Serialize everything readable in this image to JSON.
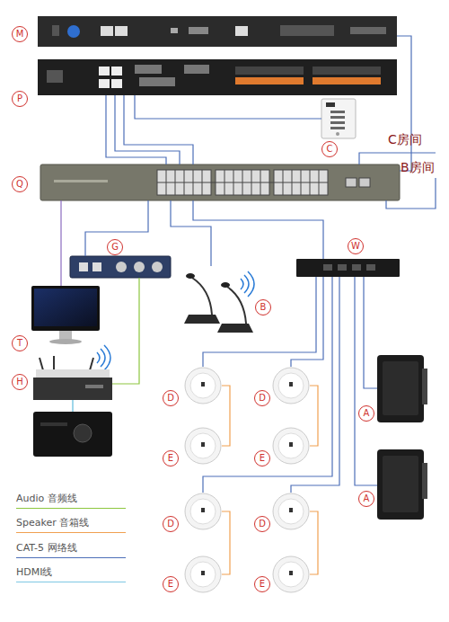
{
  "diagram": {
    "nodes": [
      {
        "text": [
          "M"
        ]
      },
      {
        "text": [
          "P"
        ]
      },
      {
        "text": [
          "C"
        ]
      },
      {
        "text": [
          "Q"
        ]
      },
      {
        "text": [
          "G"
        ]
      },
      {
        "text": [
          "B"
        ]
      },
      {
        "text": [
          "W"
        ]
      },
      {
        "text": [
          "T"
        ]
      },
      {
        "text": [
          "H"
        ]
      },
      {
        "text": [
          "D"
        ]
      },
      {
        "text": [
          "E"
        ]
      },
      {
        "text": [
          "D"
        ]
      },
      {
        "text": [
          "E"
        ]
      },
      {
        "text": [
          "D"
        ]
      },
      {
        "text": [
          "E"
        ]
      },
      {
        "text": [
          "D"
        ]
      },
      {
        "text": [
          "E"
        ]
      },
      {
        "text": [
          "A"
        ]
      },
      {
        "text": [
          "A"
        ]
      }
    ],
    "edges": [
      {
        "from": 0,
        "to": 3,
        "arrow": "none"
      },
      {
        "from": 1,
        "to": 3,
        "arrow": "none"
      },
      {
        "from": 1,
        "to": 3,
        "arrow": "none"
      },
      {
        "from": 1,
        "to": 3,
        "arrow": "none"
      },
      {
        "from": 1,
        "to": 2,
        "arrow": "none"
      },
      {
        "from": 3,
        "to": 7,
        "arrow": "none"
      },
      {
        "from": 3,
        "to": 4,
        "arrow": "none"
      },
      {
        "from": 3,
        "to": 5,
        "arrow": "none"
      },
      {
        "from": 3,
        "to": 6,
        "arrow": "none"
      },
      {
        "from": 4,
        "to": 8,
        "arrow": "none"
      },
      {
        "from": 6,
        "to": 9,
        "arrow": "none"
      },
      {
        "from": 6,
        "to": 11,
        "arrow": "none"
      },
      {
        "from": 6,
        "to": 13,
        "arrow": "none"
      },
      {
        "from": 6,
        "to": 15,
        "arrow": "none"
      },
      {
        "from": 6,
        "to": 17,
        "arrow": "none"
      },
      {
        "from": 6,
        "to": 18,
        "arrow": "none"
      },
      {
        "from": 9,
        "to": 10,
        "arrow": "none"
      },
      {
        "from": 11,
        "to": 12,
        "arrow": "none"
      },
      {
        "from": 13,
        "to": 14,
        "arrow": "none"
      },
      {
        "from": 15,
        "to": 16,
        "arrow": "none"
      }
    ],
    "labels": [
      "C房间",
      "B房间"
    ],
    "legend": [
      {
        "text": "Audio 音频线",
        "color": "#8dc63f"
      },
      {
        "text": "Speaker 音箱线",
        "color": "#f0a050"
      },
      {
        "text": "CAT-5 网络线",
        "color": "#4d6fb8"
      },
      {
        "text": "HDMI线",
        "color": "#7ec8e3"
      }
    ]
  }
}
